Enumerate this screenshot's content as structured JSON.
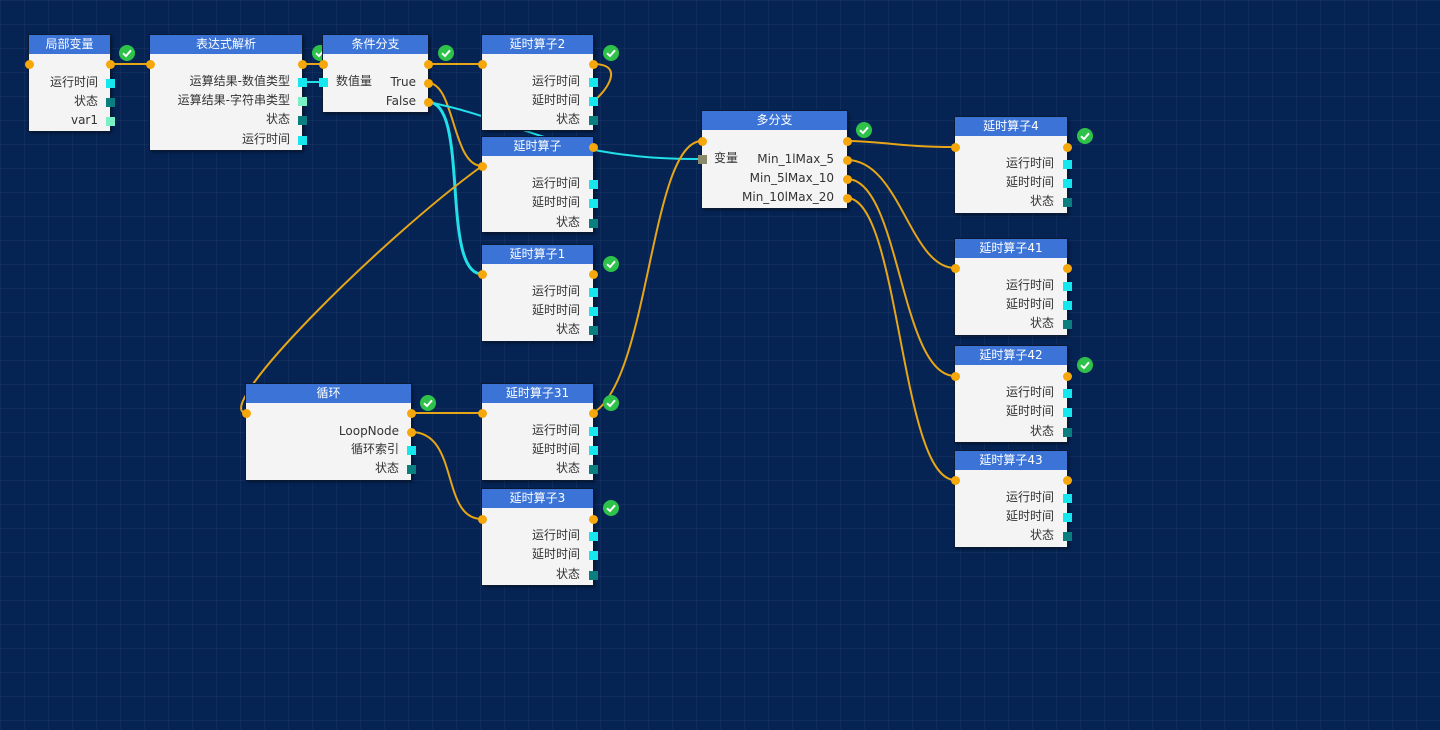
{
  "colors": {
    "background": "#052353",
    "header": "#3b74d6",
    "node_body": "#f4f4f4",
    "exec_port": "#f5a70c",
    "exec_wire": "#e6a617",
    "data_wire": "#22e0ea",
    "port_runtime": "#16e7ef",
    "port_status": "#0b7f7f",
    "port_string": "#7af0c6",
    "port_variable": "#8a8a6a",
    "success": "#2ec24a"
  },
  "nodes": {
    "local_var": {
      "title": "局部变量",
      "status": "success-check-icon",
      "outputs": [
        {
          "label": "运行时间",
          "type": "runtime"
        },
        {
          "label": "状态",
          "type": "status"
        },
        {
          "label": "var1",
          "type": "string"
        }
      ]
    },
    "expr_parse": {
      "title": "表达式解析",
      "status": "success-check-icon",
      "outputs": [
        {
          "label": "运算结果-数值类型",
          "type": "runtime"
        },
        {
          "label": "运算结果-字符串类型",
          "type": "string"
        },
        {
          "label": "状态",
          "type": "status"
        },
        {
          "label": "运行时间",
          "type": "runtime"
        }
      ]
    },
    "cond_branch": {
      "title": "条件分支",
      "status": "success-check-icon",
      "inputs": [
        {
          "label": "数值量",
          "type": "runtime"
        }
      ],
      "outputs": [
        {
          "label": "True",
          "type": "exec"
        },
        {
          "label": "False",
          "type": "exec"
        }
      ]
    },
    "delay2": {
      "title": "延时算子2",
      "status": "success-check-icon",
      "outputs": [
        {
          "label": "运行时间",
          "type": "runtime"
        },
        {
          "label": "延时时间",
          "type": "runtime"
        },
        {
          "label": "状态",
          "type": "status"
        }
      ]
    },
    "delay": {
      "title": "延时算子",
      "outputs": [
        {
          "label": "运行时间",
          "type": "runtime"
        },
        {
          "label": "延时时间",
          "type": "runtime"
        },
        {
          "label": "状态",
          "type": "status"
        }
      ]
    },
    "delay1": {
      "title": "延时算子1",
      "status": "success-check-icon",
      "outputs": [
        {
          "label": "运行时间",
          "type": "runtime"
        },
        {
          "label": "延时时间",
          "type": "runtime"
        },
        {
          "label": "状态",
          "type": "status"
        }
      ]
    },
    "loop": {
      "title": "循环",
      "status": "success-check-icon",
      "outputs": [
        {
          "label": "LoopNode",
          "type": "exec"
        },
        {
          "label": "循环索引",
          "type": "runtime"
        },
        {
          "label": "状态",
          "type": "status"
        }
      ]
    },
    "delay31": {
      "title": "延时算子31",
      "status": "success-check-icon",
      "outputs": [
        {
          "label": "运行时间",
          "type": "runtime"
        },
        {
          "label": "延时时间",
          "type": "runtime"
        },
        {
          "label": "状态",
          "type": "status"
        }
      ]
    },
    "delay3": {
      "title": "延时算子3",
      "status": "success-check-icon",
      "outputs": [
        {
          "label": "运行时间",
          "type": "runtime"
        },
        {
          "label": "延时时间",
          "type": "runtime"
        },
        {
          "label": "状态",
          "type": "status"
        }
      ]
    },
    "multi_branch": {
      "title": "多分支",
      "status": "success-check-icon",
      "inputs": [
        {
          "label": "变量",
          "type": "variable"
        }
      ],
      "outputs": [
        {
          "label": "Min_1lMax_5",
          "type": "exec"
        },
        {
          "label": "Min_5lMax_10",
          "type": "exec"
        },
        {
          "label": "Min_10lMax_20",
          "type": "exec"
        }
      ]
    },
    "delay4": {
      "title": "延时算子4",
      "status": "success-check-icon",
      "outputs": [
        {
          "label": "运行时间",
          "type": "runtime"
        },
        {
          "label": "延时时间",
          "type": "runtime"
        },
        {
          "label": "状态",
          "type": "status"
        }
      ]
    },
    "delay41": {
      "title": "延时算子41",
      "outputs": [
        {
          "label": "运行时间",
          "type": "runtime"
        },
        {
          "label": "延时时间",
          "type": "runtime"
        },
        {
          "label": "状态",
          "type": "status"
        }
      ]
    },
    "delay42": {
      "title": "延时算子42",
      "status": "success-check-icon",
      "outputs": [
        {
          "label": "运行时间",
          "type": "runtime"
        },
        {
          "label": "延时时间",
          "type": "runtime"
        },
        {
          "label": "状态",
          "type": "status"
        }
      ]
    },
    "delay43": {
      "title": "延时算子43",
      "outputs": [
        {
          "label": "运行时间",
          "type": "runtime"
        },
        {
          "label": "延时时间",
          "type": "runtime"
        },
        {
          "label": "状态",
          "type": "status"
        }
      ]
    }
  },
  "connections": [
    {
      "from": "local_var.exec_out",
      "to": "expr_parse.exec_in",
      "type": "exec"
    },
    {
      "from": "expr_parse.exec_out",
      "to": "cond_branch.exec_in",
      "type": "exec"
    },
    {
      "from": "expr_parse.运算结果-数值类型",
      "to": "cond_branch.数值量",
      "type": "data"
    },
    {
      "from": "cond_branch.exec_out",
      "to": "delay2.exec_in",
      "type": "exec"
    },
    {
      "from": "cond_branch.True",
      "to": "delay.exec_in",
      "type": "exec"
    },
    {
      "from": "cond_branch.False",
      "to": "delay1.exec_in",
      "type": "data"
    },
    {
      "from": "cond_branch.False",
      "to": "multi_branch.变量",
      "type": "data"
    },
    {
      "from": "delay2.exec_out",
      "to": "delay2.延时时间",
      "type": "exec"
    },
    {
      "from": "loop.exec_in",
      "to": "delay.exec_in",
      "type": "exec"
    },
    {
      "from": "loop.exec_out",
      "to": "delay31.exec_in",
      "type": "exec"
    },
    {
      "from": "loop.LoopNode",
      "to": "delay3.exec_in",
      "type": "exec"
    },
    {
      "from": "delay31.exec_out",
      "to": "multi_branch.exec_in",
      "type": "exec"
    },
    {
      "from": "multi_branch.exec_out",
      "to": "delay4.exec_in",
      "type": "exec"
    },
    {
      "from": "multi_branch.Min_1lMax_5",
      "to": "delay41.exec_in",
      "type": "exec"
    },
    {
      "from": "multi_branch.Min_5lMax_10",
      "to": "delay42.exec_in",
      "type": "exec"
    },
    {
      "from": "multi_branch.Min_10lMax_20",
      "to": "delay43.exec_in",
      "type": "exec"
    }
  ]
}
